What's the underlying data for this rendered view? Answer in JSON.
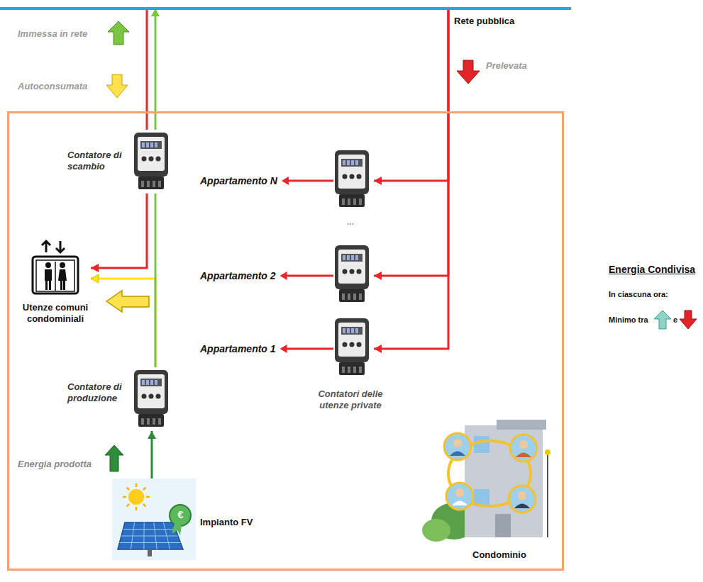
{
  "diagram": {
    "nodes": [
      {
        "text": [
          "Rete pubblica"
        ]
      },
      {
        "text": [
          "Condominio"
        ]
      },
      {
        "text": [
          "Contatore di scambio"
        ],
        "in": 1
      },
      {
        "text": [
          "Appartamento N"
        ],
        "in": 1
      },
      {
        "text": [
          "Utenze comuni condominiali"
        ],
        "in": 1
      },
      {
        "text": [
          "Appartamento 2"
        ],
        "in": 1
      },
      {
        "text": [
          "Appartamento 1"
        ],
        "in": 1
      },
      {
        "text": [
          "Contatore di produzione"
        ],
        "in": 1
      },
      {
        "text": [
          "Impianto FV"
        ],
        "in": 1
      }
    ],
    "edges": [
      {
        "from": 0,
        "to": 2,
        "arrow": "none"
      },
      {
        "from": 2,
        "to": 0,
        "arrow": "to"
      },
      {
        "from": 2,
        "to": 4,
        "arrow": "to"
      },
      {
        "from": 7,
        "to": 2,
        "arrow": "none"
      },
      {
        "from": 7,
        "to": 4,
        "arrow": "to"
      },
      {
        "from": 8,
        "to": 7,
        "arrow": "to"
      },
      {
        "from": 0,
        "to": 3,
        "arrow": "to"
      },
      {
        "from": 0,
        "to": 5,
        "arrow": "to"
      },
      {
        "from": 0,
        "to": 6,
        "arrow": "to"
      }
    ],
    "labels": [
      "Immessa in rete",
      "Autoconsumata",
      "Prelevata",
      "Energia prodotta",
      "...",
      "Contatori delle utenze private",
      "€",
      "Energia Condivisa",
      "In ciascuna ora:",
      "Minimo tra",
      "e"
    ]
  }
}
